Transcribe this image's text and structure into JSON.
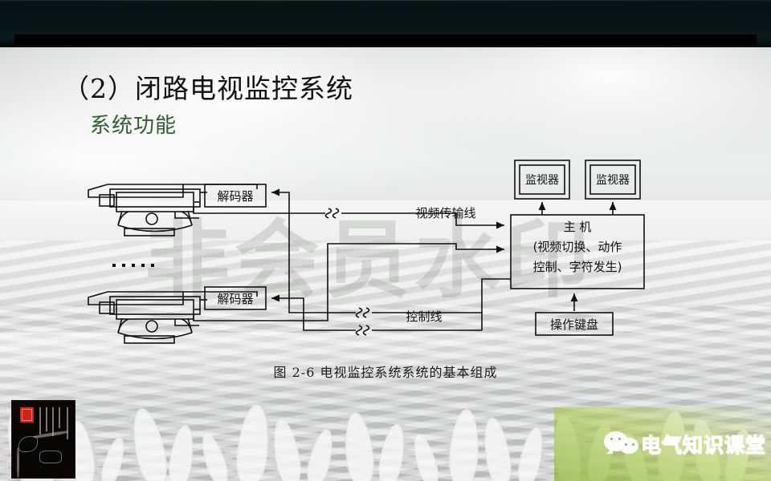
{
  "slide": {
    "title": "（2）闭路电视监控系统",
    "subtitle": "系统功能",
    "caption": "图 2-6  电视监控系统系统的基本组成",
    "watermark": "非会员水印",
    "title_color": "#111111",
    "subtitle_color": "#2c5f2c"
  },
  "diagram": {
    "decoder_top": "解码器",
    "decoder_bottom": "解码器",
    "ellipsis": ". . . . .",
    "video_line_label": "视频传输线",
    "control_line_label": "控制线",
    "monitor_1": "监视器",
    "monitor_2": "监视器",
    "host_title": "主    机",
    "host_detail_line1": "(视频切换、动作",
    "host_detail_line2": "控制、字符发生)",
    "keyboard": "操作键盘"
  },
  "branding": {
    "wechat_name": "电气知识课堂",
    "wechat_icon": "wechat-bubbles-icon"
  }
}
